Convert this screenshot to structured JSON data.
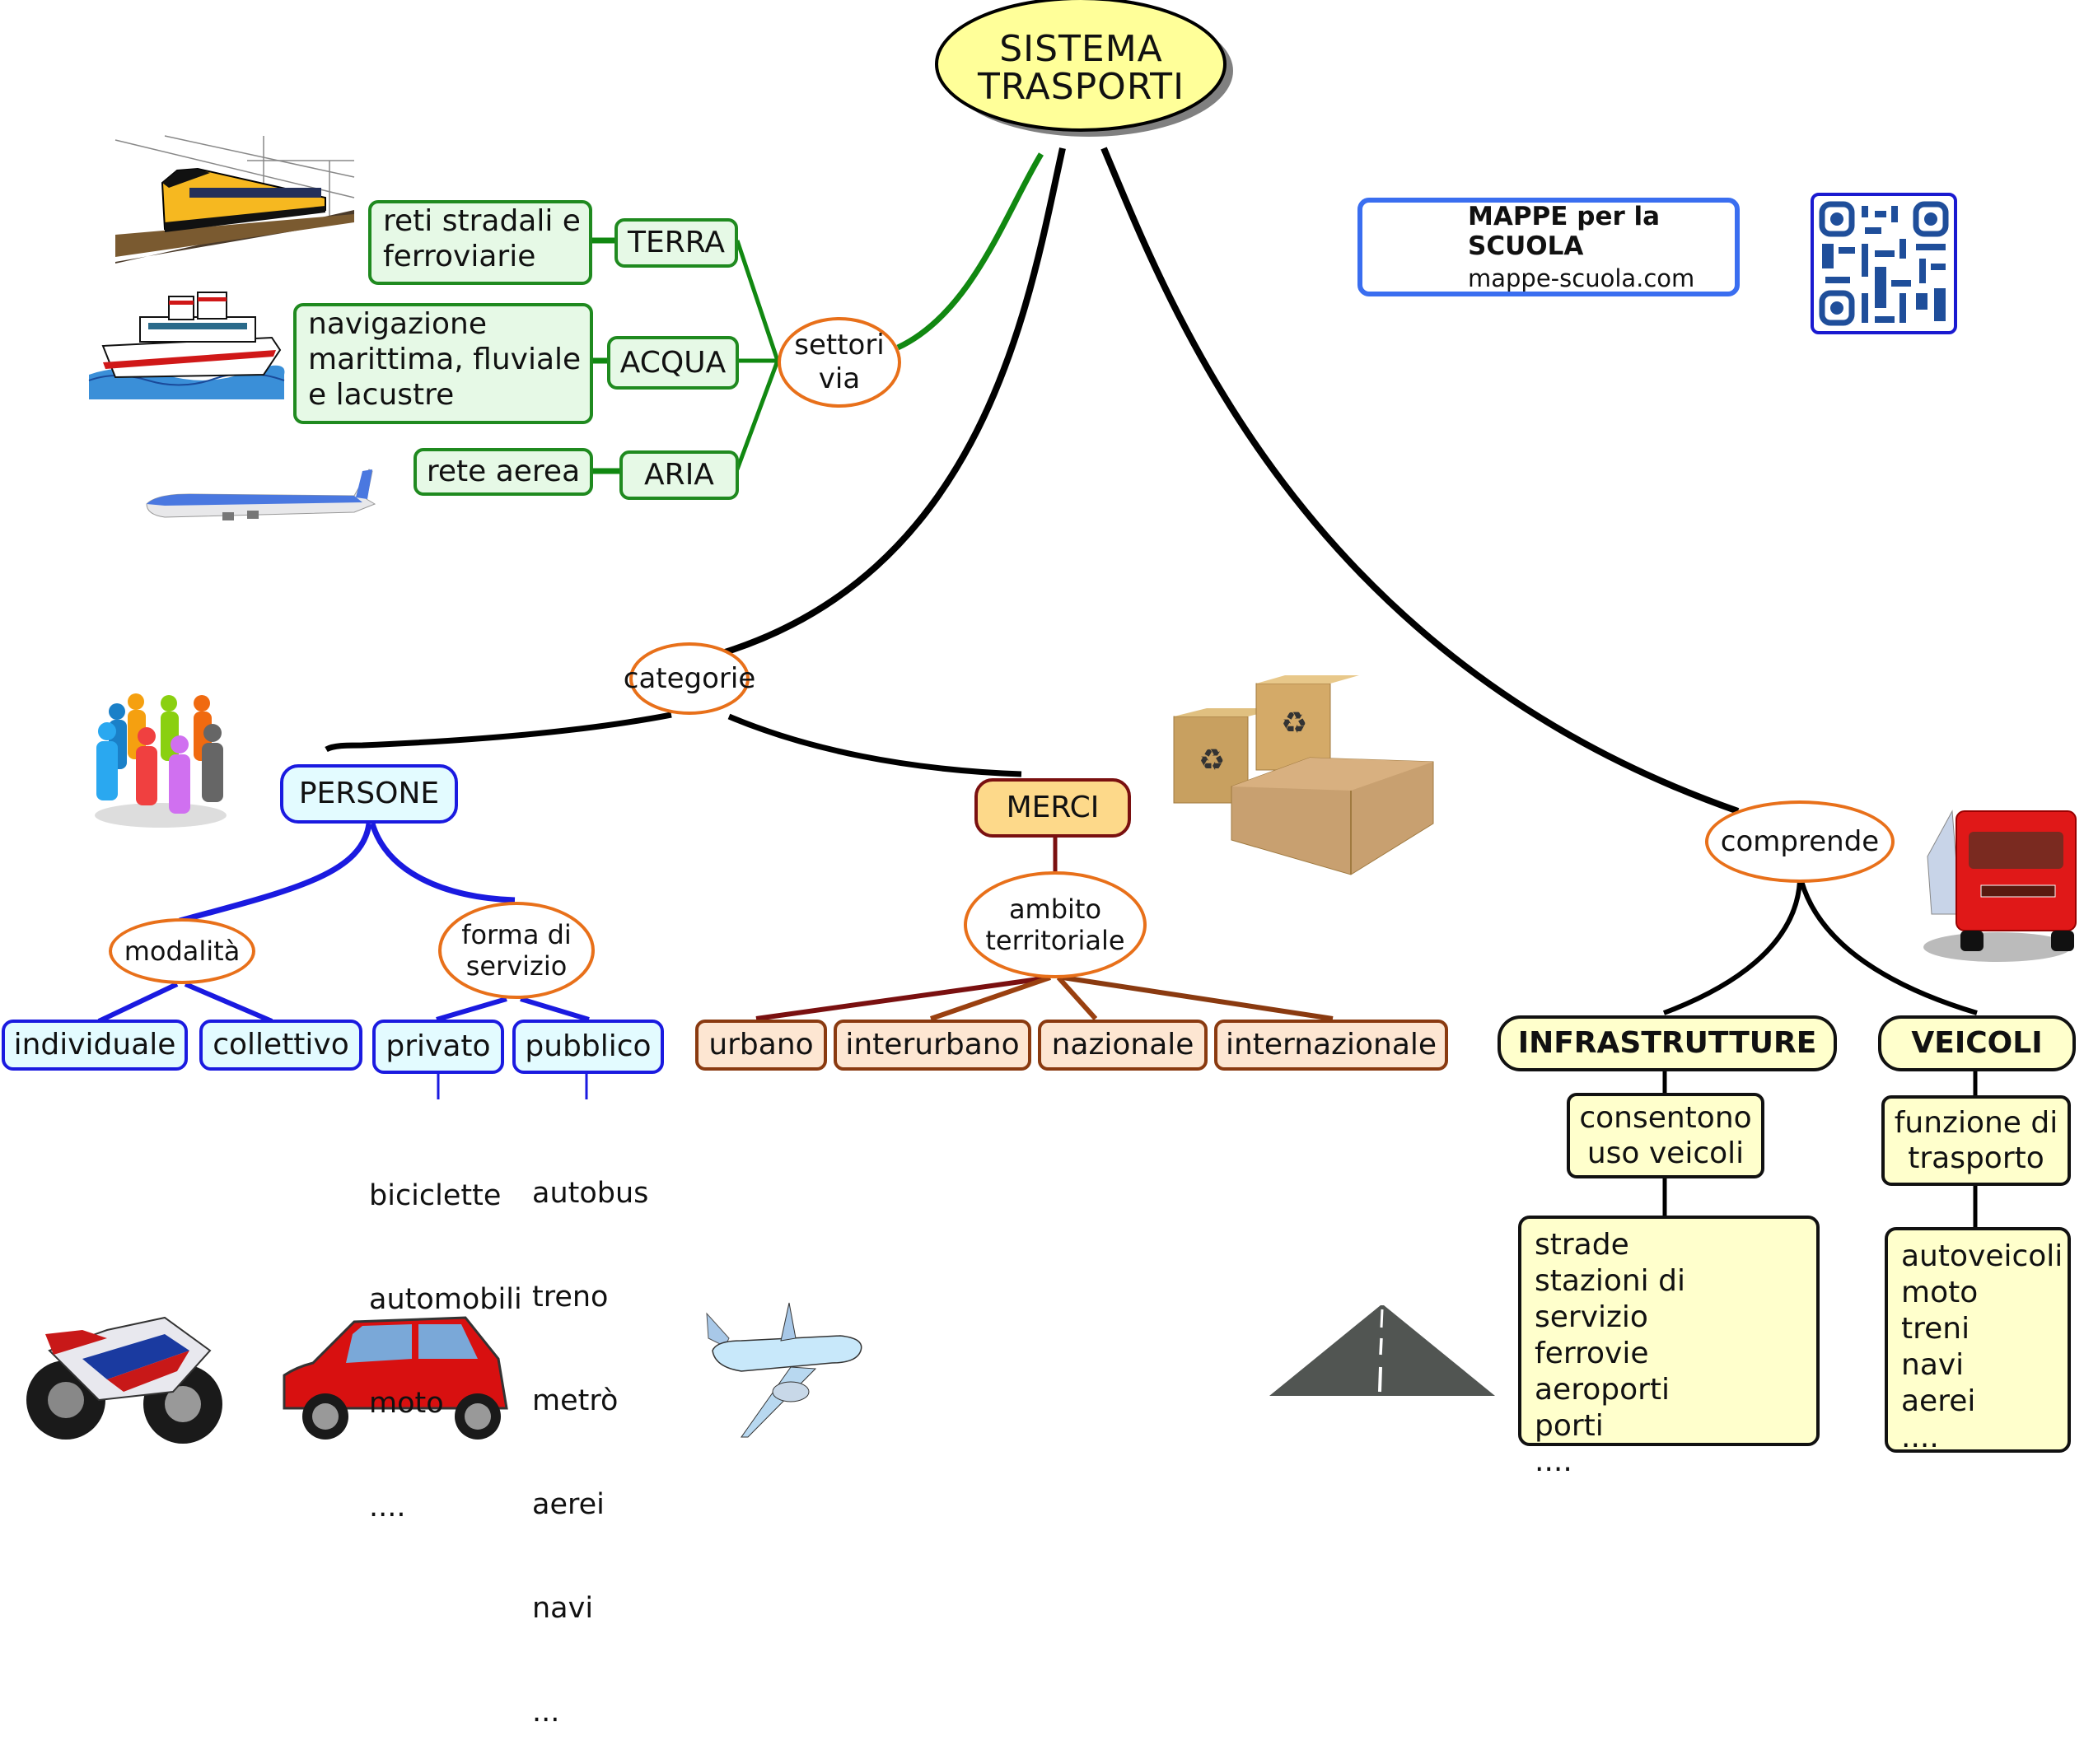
{
  "root": {
    "line1": "SISTEMA",
    "line2": "TRASPORTI"
  },
  "branding": {
    "title": "MAPPE per la SCUOLA",
    "url": "mappe-scuola.com",
    "colors": {
      "border": "#3a6ef0",
      "m_blue": "#1565c0",
      "m_orange": "#f57c00",
      "qr": "#1f4e9a"
    }
  },
  "settori": {
    "label_line1": "settori",
    "label_line2": "via",
    "sectors": [
      {
        "name": "TERRA",
        "description": "reti stradali e ferroviarie",
        "image": "train-icon"
      },
      {
        "name": "ACQUA",
        "description": "navigazione marittima, fluviale e lacustre",
        "image": "ship-icon"
      },
      {
        "name": "ARIA",
        "description": "rete aerea",
        "image": "airplane-icon"
      }
    ],
    "desc_lines": {
      "terra": [
        "reti stradali e",
        "ferroviarie"
      ],
      "acqua": [
        "navigazione",
        "marittima, fluviale",
        "e lacustre"
      ],
      "aria": [
        "rete aerea"
      ]
    }
  },
  "categorie": {
    "label": "categorie",
    "persone": {
      "label": "PERSONE",
      "modalita": {
        "label": "modalità",
        "items": [
          "individuale",
          "collettivo"
        ]
      },
      "forma": {
        "label_line1": "forma di",
        "label_line2": "servizio",
        "privato": {
          "label": "privato",
          "examples": [
            "biciclette",
            "automobili",
            "moto",
            "...."
          ]
        },
        "pubblico": {
          "label": "pubblico",
          "examples": [
            "autobus",
            "treno",
            "metrò",
            "aerei",
            "navi",
            "..."
          ]
        }
      }
    },
    "merci": {
      "label": "MERCI",
      "ambito": {
        "label_line1": "ambito",
        "label_line2": "territoriale",
        "items": [
          "urbano",
          "interurbano",
          "nazionale",
          "internazionale"
        ]
      }
    }
  },
  "comprende": {
    "label": "comprende",
    "infrastrutture": {
      "label": "INFRASTRUTTURE",
      "note_line1": "consentono",
      "note_line2": "uso veicoli",
      "items": [
        "strade",
        "stazioni di servizio",
        "ferrovie",
        "aeroporti",
        "porti",
        "...."
      ]
    },
    "veicoli": {
      "label": "VEICOLI",
      "note_line1": "funzione di",
      "note_line2": "trasporto",
      "items": [
        "autoveicoli",
        "moto",
        "treni",
        "navi",
        "aerei",
        "...."
      ]
    }
  },
  "colors": {
    "root_fill": "#ffff99",
    "green_link": "#118811",
    "blue_link": "#1a1ae0",
    "brown_link": "#8a3a10",
    "black_link": "#000000",
    "oval_border": "#e8701a"
  }
}
